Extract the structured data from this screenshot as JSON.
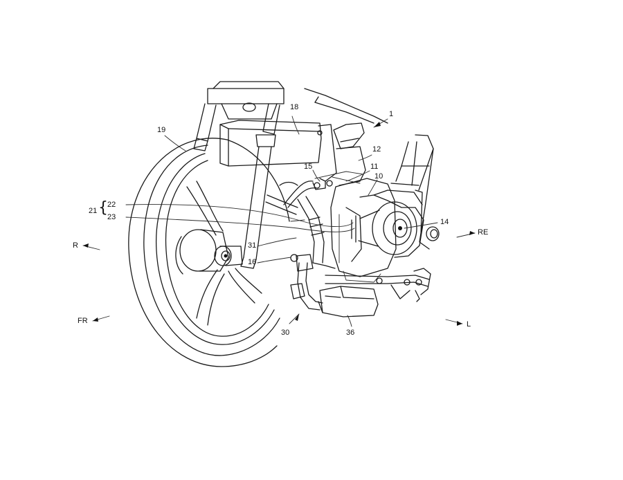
{
  "drawing": {
    "reference_numerals": {
      "n1": "1",
      "n10": "10",
      "n11": "11",
      "n12": "12",
      "n14": "14",
      "n15": "15",
      "n16": "16",
      "n18": "18",
      "n19": "19",
      "n21": "21",
      "n22": "22",
      "n23": "23",
      "n30": "30",
      "n31": "31",
      "n36": "36"
    },
    "directions": {
      "right": "R",
      "front_right": "FR",
      "rear": "RE",
      "left": "L"
    }
  }
}
